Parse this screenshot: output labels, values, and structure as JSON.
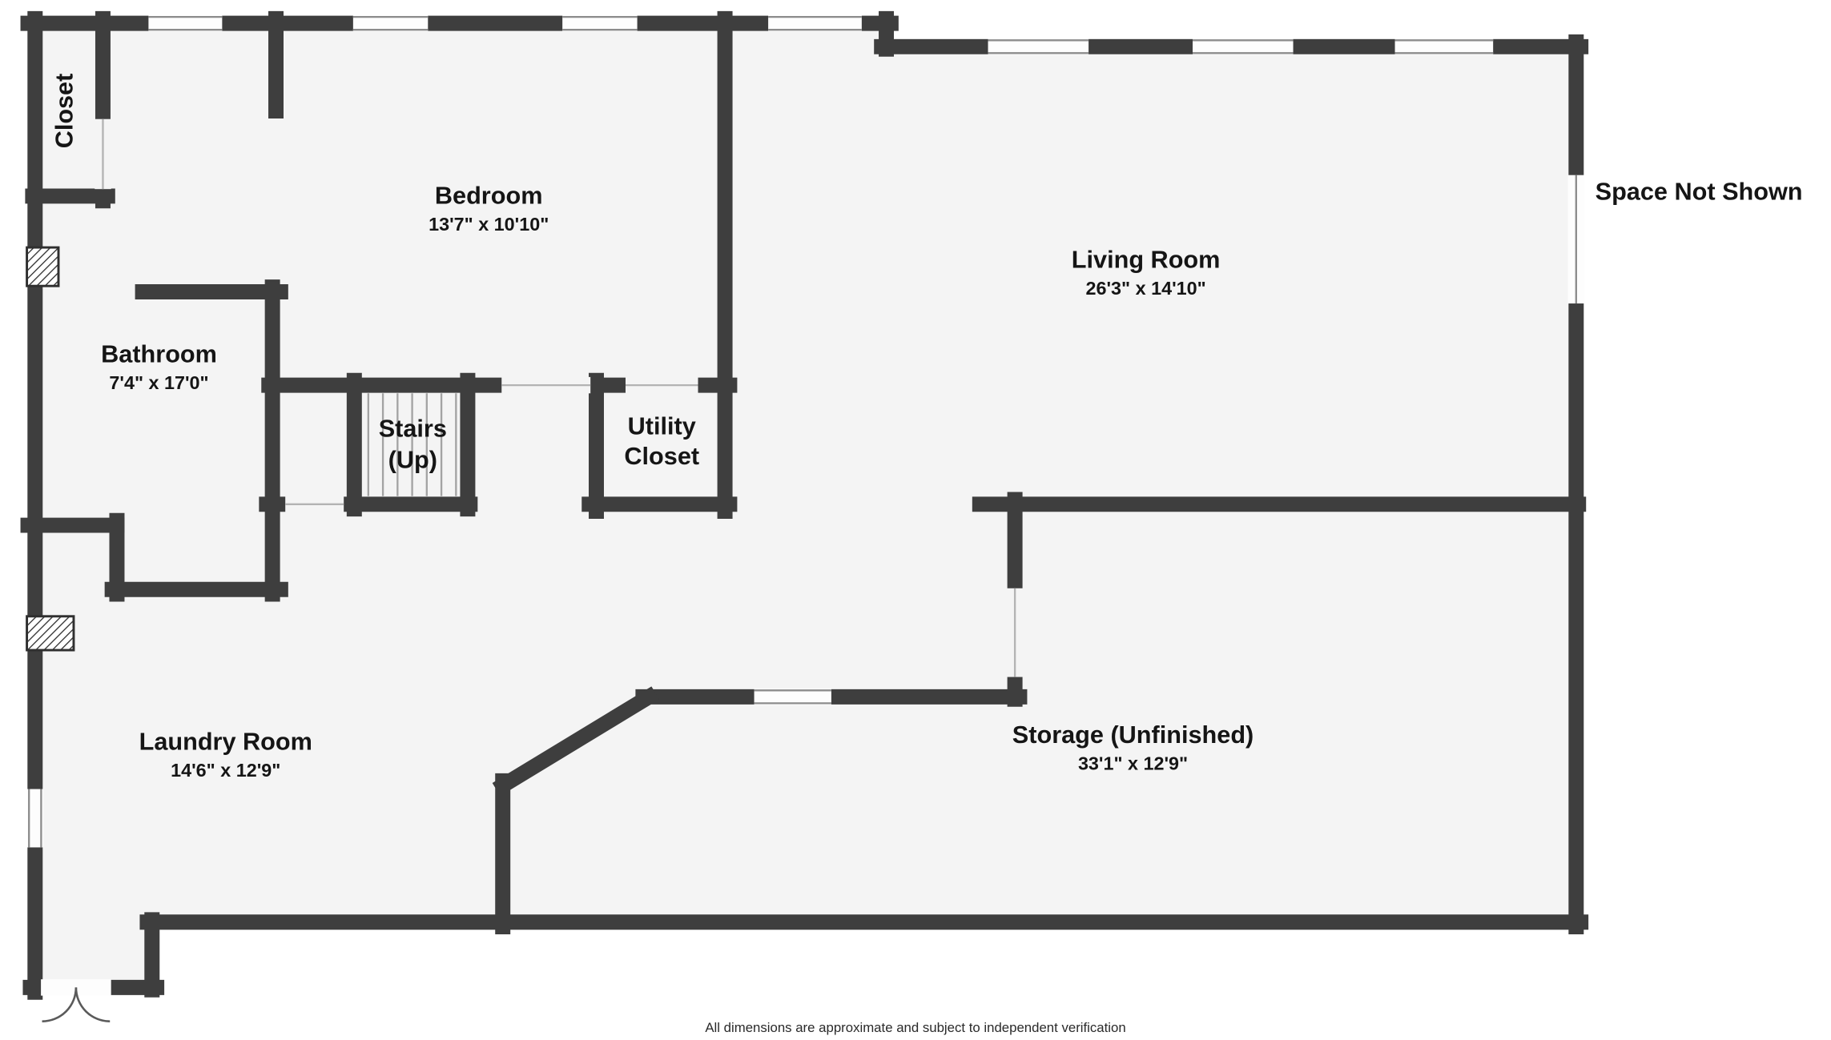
{
  "rooms": {
    "closet": {
      "name": "Closet"
    },
    "bedroom": {
      "name": "Bedroom",
      "dimensions": "13'7\" x 10'10\""
    },
    "living_room": {
      "name": "Living Room",
      "dimensions": "26'3\" x 14'10\""
    },
    "bathroom": {
      "name": "Bathroom",
      "dimensions": "7'4\" x 17'0\""
    },
    "stairs": {
      "name": "Stairs",
      "sub": "(Up)"
    },
    "utility_closet": {
      "name": "Utility Closet"
    },
    "laundry_room": {
      "name": "Laundry Room",
      "dimensions": "14'6\" x 12'9\""
    },
    "storage": {
      "name": "Storage (Unfinished)",
      "dimensions": "33'1\" x 12'9\""
    }
  },
  "annotations": {
    "space_not_shown": "Space Not Shown",
    "disclaimer": "All dimensions are approximate and subject to independent verification"
  },
  "colors": {
    "wall": "#3e3e3e",
    "floor": "#f4f4f4",
    "background": "#ffffff",
    "text": "#151515"
  }
}
